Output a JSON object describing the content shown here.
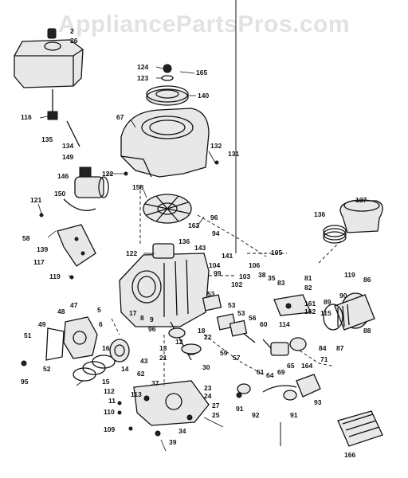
{
  "watermark": "AppliancePartsPros.com",
  "labels": {
    "l2": "2",
    "l26": "26",
    "l124": "124",
    "l123": "123",
    "l165": "165",
    "l140": "140",
    "l116": "116",
    "l135": "135",
    "l134": "134",
    "l67": "67",
    "l132": "132",
    "l131": "131",
    "l149": "149",
    "l146": "146",
    "l122a": "122",
    "l121": "121",
    "l150": "150",
    "l158": "158",
    "l137": "137",
    "l136a": "136",
    "l96": "96",
    "l94": "94",
    "l163": "163",
    "l58": "58",
    "l139": "139",
    "l117": "117",
    "l119": "119",
    "l136b": "136",
    "l143": "143",
    "l141": "141",
    "l105": "105",
    "l122b": "122",
    "l104": "104",
    "l99": "99",
    "l106": "106",
    "l103": "103",
    "l38": "38",
    "l35": "35",
    "l102": "102",
    "l81": "81",
    "l82": "82",
    "l83": "83",
    "l119b": "119",
    "l86": "86",
    "l89": "89",
    "l90": "90",
    "l161": "161",
    "l162": "162",
    "l115": "115",
    "l88": "88",
    "l114": "114",
    "l87": "87",
    "l84": "84",
    "l71": "71",
    "l164": "164",
    "l48": "48",
    "l47": "47",
    "l5": "5",
    "l6": "6",
    "l49": "49",
    "l51": "51",
    "l52": "52",
    "l95": "95",
    "l17": "17",
    "l8": "8",
    "l9": "9",
    "l96b": "96",
    "l13": "13",
    "l21": "21",
    "l12": "12",
    "l18": "18",
    "l22": "22",
    "l53a": "53",
    "l53b": "53",
    "l53c": "53",
    "l56": "56",
    "l60": "60",
    "l59": "59",
    "l57": "57",
    "l61": "61",
    "l64": "64",
    "l69": "69",
    "l65": "65",
    "l16": "16",
    "l14": "14",
    "l43": "43",
    "l62": "62",
    "l30": "30",
    "l15": "15",
    "l112": "112",
    "l113": "113",
    "l11": "11",
    "l110": "110",
    "l37": "37",
    "l23": "23",
    "l24": "24",
    "l27": "27",
    "l25": "25",
    "l109": "109",
    "l34": "34",
    "l39": "39",
    "l91a": "91",
    "l91b": "91",
    "l92": "92",
    "l93": "93",
    "l166": "166"
  },
  "colors": {
    "ink": "#111111",
    "paper": "#ffffff",
    "watermark": "#969696"
  }
}
